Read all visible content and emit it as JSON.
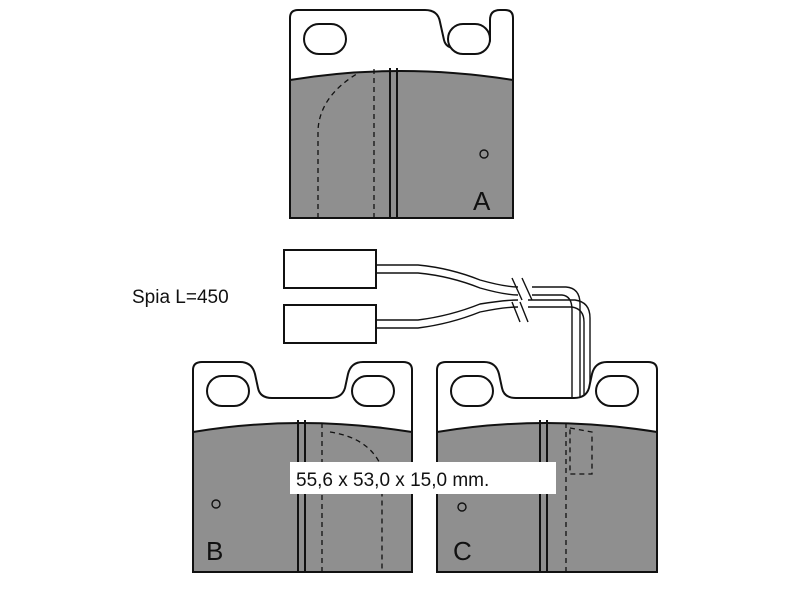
{
  "pads": [
    {
      "id": "A",
      "label": "A"
    },
    {
      "id": "B",
      "label": "B"
    },
    {
      "id": "C",
      "label": "C"
    }
  ],
  "sensor_label": "Spia L=450",
  "dimensions_label": "55,6 x 53,0 x 15,0 mm."
}
